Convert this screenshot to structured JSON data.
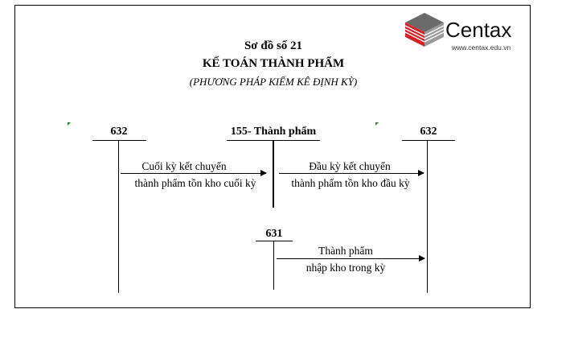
{
  "title": {
    "diagram_no": "Sơ đồ số 21",
    "main": "KẾ TOÁN THÀNH PHẨM",
    "method": "(PHƯƠNG PHÁP KIỂM KÊ ĐỊNH KỲ)"
  },
  "logo": {
    "brand": "Centax",
    "website": "www.centax.edu.vn"
  },
  "accounts": {
    "left_632": "632",
    "center_155": "155- Thành phẩm",
    "right_632": "632",
    "bottom_631": "631"
  },
  "entries": {
    "closing_transfer_line1": "Cuối kỳ kết chuyển",
    "closing_transfer_line2": "thành phẩm tồn kho cuối kỳ",
    "opening_transfer_line1": "Đầu kỳ kết chuyển",
    "opening_transfer_line2": "thành phẩm tồn kho đầu kỳ",
    "production_line1": "Thành phẩm",
    "production_line2": "nhập kho trong kỳ"
  },
  "colors": {
    "logo_red": "#d92027",
    "logo_gray": "#6b6b6b",
    "line": "#000000"
  }
}
